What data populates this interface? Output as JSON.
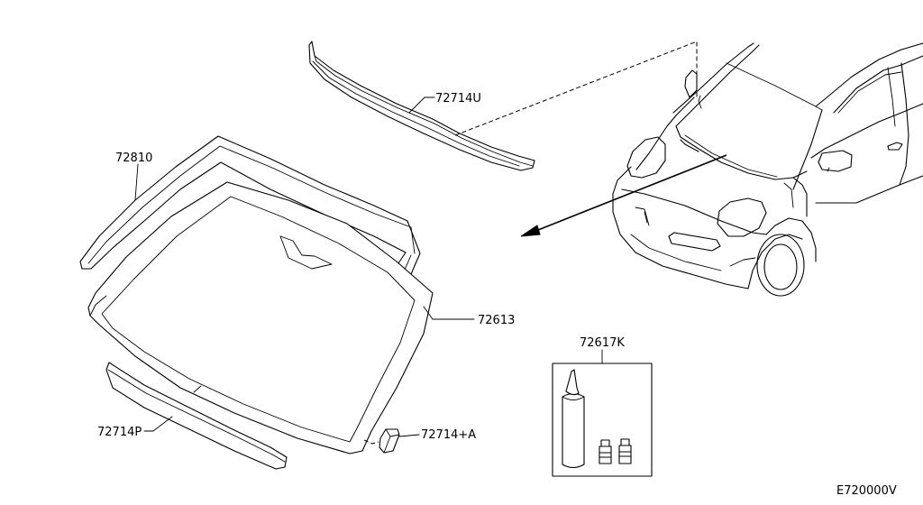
{
  "diagram_code": "E720000V",
  "parts": [
    {
      "id": "upper_molding",
      "number": "72714U"
    },
    {
      "id": "side_molding",
      "number": "72810"
    },
    {
      "id": "windshield_glass",
      "number": "72613"
    },
    {
      "id": "lower_molding",
      "number": "72714P"
    },
    {
      "id": "clip",
      "number": "72714+A"
    },
    {
      "id": "adhesive_kit",
      "number": "72617K"
    }
  ]
}
